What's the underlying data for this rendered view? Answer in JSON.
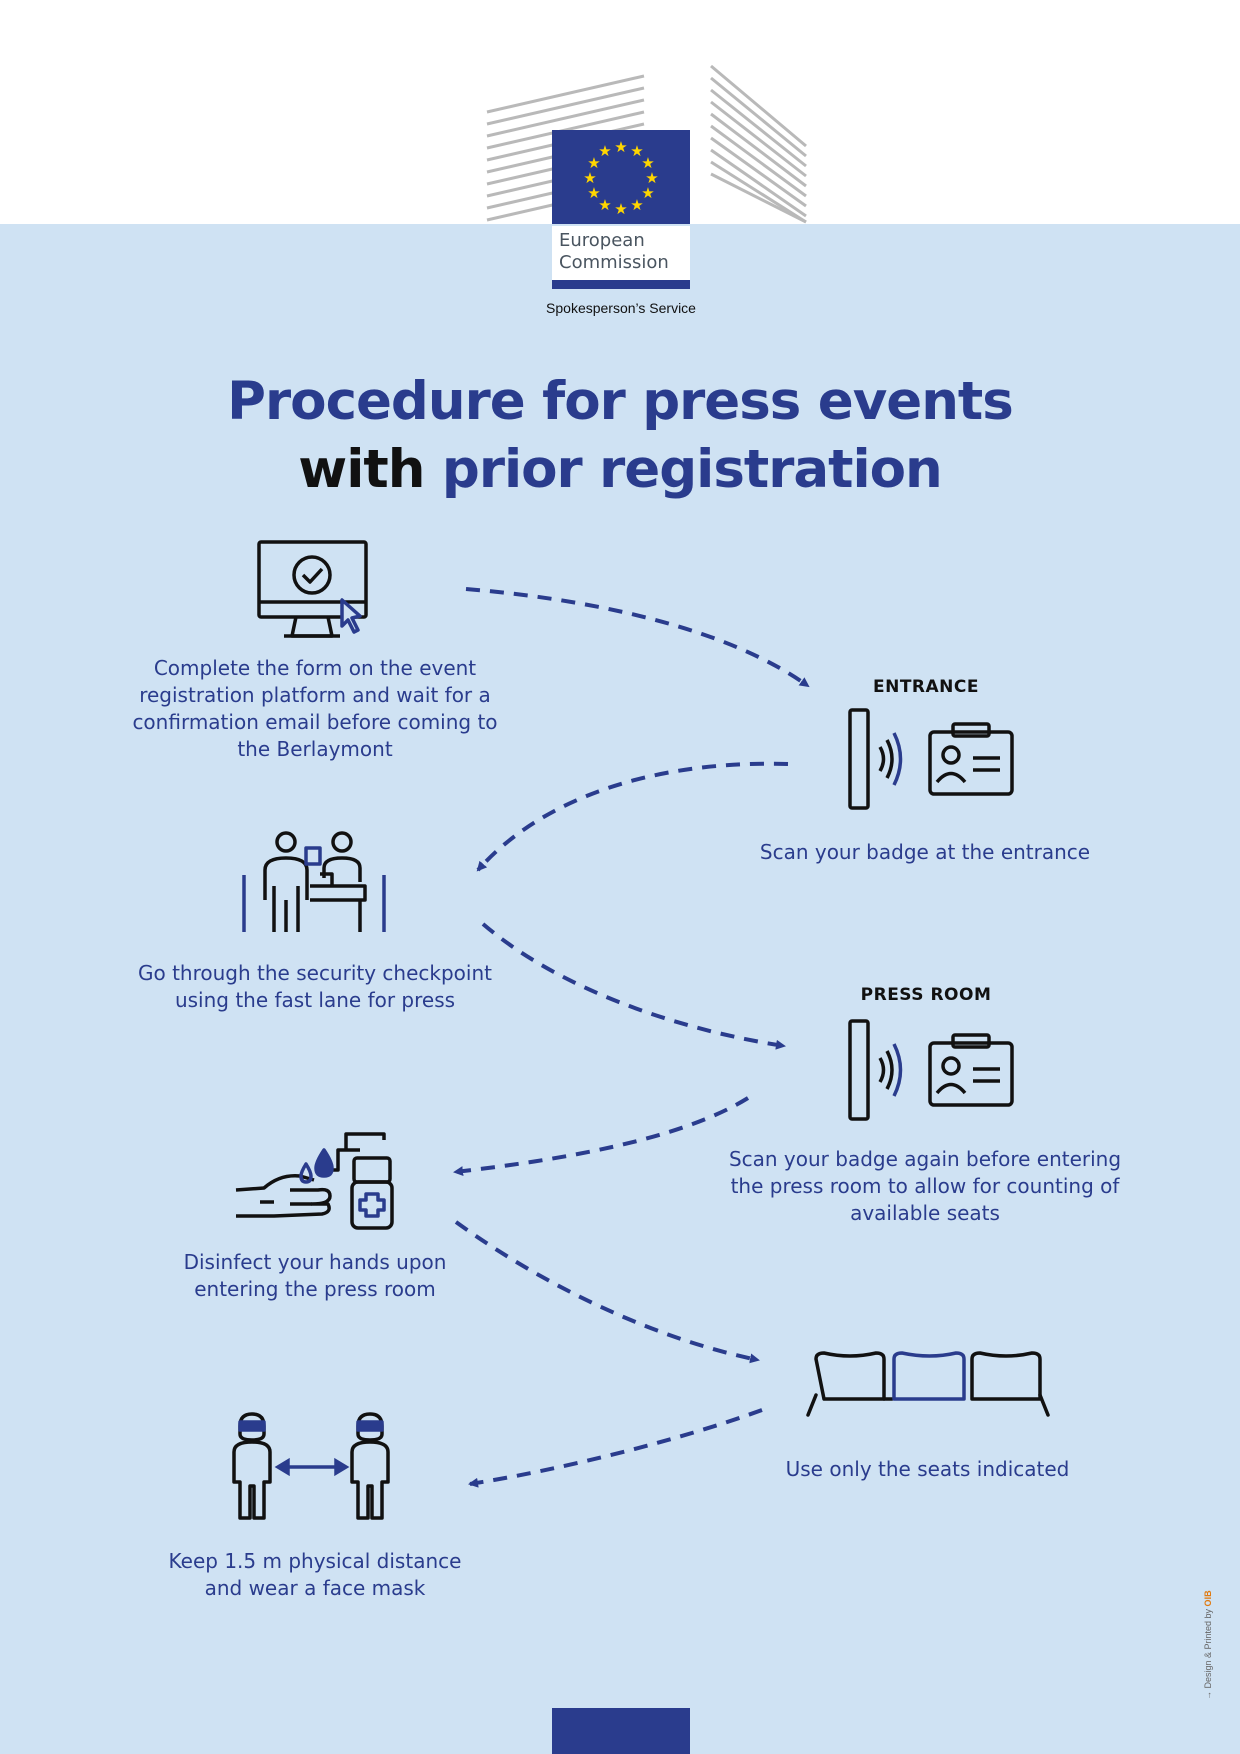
{
  "header": {
    "org_line1": "European",
    "org_line2": "Commission",
    "service": "Spokesperson’s Service"
  },
  "title": {
    "line1": "Procedure for press events",
    "line2_dark": "with",
    "line2_blue": "prior registration"
  },
  "steps": {
    "register": "Complete the form on the event registration platform and wait for a confirmation email before coming to the Berlaymont",
    "entrance_heading": "ENTRANCE",
    "entrance": "Scan your badge at the entrance",
    "security": "Go through the security checkpoint using the fast lane for press",
    "pressroom_heading": "PRESS ROOM",
    "pressroom": "Scan your badge again before entering the press room to allow for counting of available seats",
    "disinfect": "Disinfect your hands upon entering the press room",
    "seats": "Use only the seats indicated",
    "distance": "Keep 1.5 m physical distance and wear a face mask"
  },
  "footer": {
    "credit_prefix": "→ Design & Printed by",
    "credit_org": "OIB"
  },
  "colors": {
    "accent": "#2a3c8d",
    "background": "#cfe2f3",
    "eu_flag": "#2a3c8d",
    "stars": "#ffd600"
  }
}
